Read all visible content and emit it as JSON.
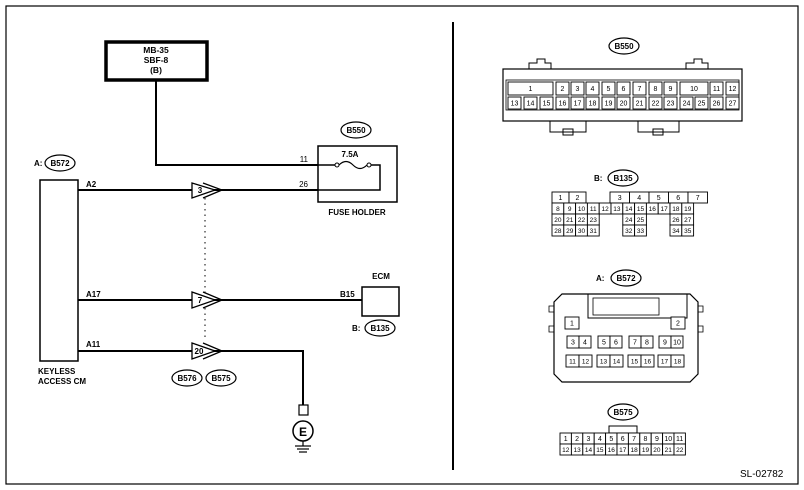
{
  "figure_id": "SL-02782",
  "left_schematic": {
    "mb_box": {
      "line1": "MB-35",
      "line2": "SBF-8",
      "line3": "(B)"
    },
    "fuse_holder": {
      "connector_tag": "B550",
      "fuse_rating": "7.5A",
      "pin_in": "11",
      "pin_out": "26",
      "label": "FUSE HOLDER"
    },
    "keyless_module": {
      "connector_prefix": "A:",
      "connector_tag": "B572",
      "label_line1": "KEYLESS",
      "label_line2": "ACCESS CM",
      "pins": [
        "A2",
        "A17",
        "A11"
      ]
    },
    "ecm": {
      "label": "ECM",
      "pin": "B15",
      "connector_prefix": "B:",
      "connector_tag": "B135"
    },
    "inline_connectors": [
      "3",
      "7",
      "20"
    ],
    "ground_connector_tags": [
      "B576",
      "B575"
    ],
    "ground_symbol": "E"
  },
  "right_connectors": {
    "b550": {
      "tag": "B550",
      "row1": [
        "1",
        "2",
        "3",
        "4",
        "5",
        "6",
        "7",
        "8",
        "9",
        "10",
        "11",
        "12"
      ],
      "row2": [
        "13",
        "14",
        "15",
        "16",
        "17",
        "18",
        "19",
        "20",
        "21",
        "22",
        "23",
        "24",
        "25",
        "26",
        "27"
      ]
    },
    "b135": {
      "prefix": "B:",
      "tag": "B135",
      "rows": [
        [
          "1",
          "2",
          "",
          "",
          "3",
          "4",
          "5",
          "6",
          "7"
        ],
        [
          "8",
          "9",
          "10",
          "11",
          "12",
          "13",
          "14",
          "15",
          "16",
          "17",
          "18",
          "19"
        ],
        [
          "20",
          "21",
          "22",
          "23",
          "",
          "",
          "24",
          "25",
          "",
          "",
          "26",
          "27"
        ],
        [
          "28",
          "29",
          "30",
          "31",
          "",
          "",
          "32",
          "33",
          "",
          "",
          "34",
          "35"
        ]
      ]
    },
    "b572": {
      "prefix": "A:",
      "tag": "B572",
      "top": [
        "1",
        "2"
      ],
      "mid": [
        "3",
        "4",
        "5",
        "6",
        "7",
        "8",
        "9",
        "10"
      ],
      "bot": [
        "11",
        "12",
        "13",
        "14",
        "15",
        "16",
        "17",
        "18"
      ]
    },
    "b575": {
      "tag": "B575",
      "row1": [
        "1",
        "2",
        "3",
        "4",
        "5",
        "6",
        "7",
        "8",
        "9",
        "10",
        "11"
      ],
      "row2": [
        "12",
        "13",
        "14",
        "15",
        "16",
        "17",
        "18",
        "19",
        "20",
        "21",
        "22"
      ]
    }
  }
}
